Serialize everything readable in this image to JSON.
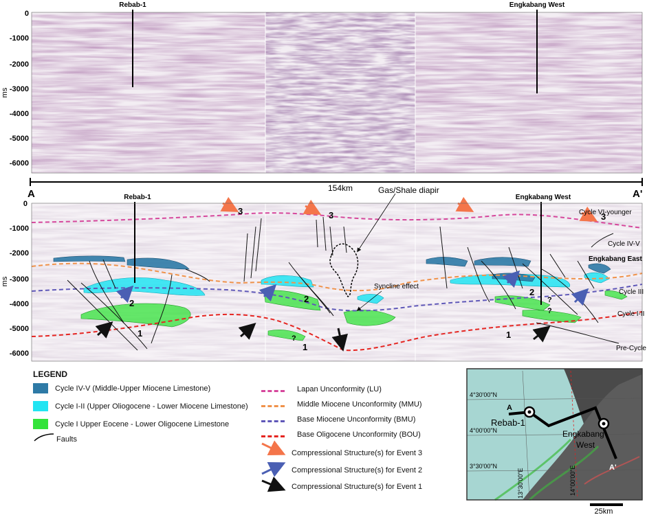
{
  "top_panel": {
    "well_left": "Rebab-1",
    "well_right": "Engkabang West",
    "ylabel": "ms",
    "yticks": [
      "0",
      "-1000",
      "-2000",
      "-3000",
      "-4000",
      "-5000",
      "-6000"
    ]
  },
  "section_line": {
    "start": "A",
    "end": "A'",
    "length": "154km"
  },
  "bottom_panel": {
    "well_left": "Rebab-1",
    "well_right": "Engkabang West",
    "ylabel": "ms",
    "yticks": [
      "0",
      "-1000",
      "-2000",
      "-3000",
      "-4000",
      "-5000",
      "-6000"
    ],
    "annotations": {
      "diapir": "Gas/Shale diapir",
      "syncline": "Syncline effect",
      "engkabang_east": "Engkabang East",
      "cycle_vi": "Cycle VI-younger",
      "cycle_iv_v": "Cycle IV-V",
      "cycle_iii": "Cycle III",
      "cycle_i_ii": "Cycle I-II",
      "pre_cycle": "Pre-Cycle",
      "event3": "3",
      "event2": "2",
      "event1": "1",
      "question": "?"
    }
  },
  "legend": {
    "title": "LEGEND",
    "units": [
      {
        "label": "Cycle IV-V (Middle-Upper Miocene Limestone)",
        "color": "#2e7aa6"
      },
      {
        "label": "Cycle I-II (Upper Oliogocene - Lower Miocene Limestone)",
        "color": "#22e4f2"
      },
      {
        "label": "Cycle I Upper Eocene - Lower Oligocene Limestone",
        "color": "#33e33a"
      }
    ],
    "faults": "Faults",
    "unconformities": [
      {
        "label": "Lapan Unconformity (LU)",
        "color": "#d6479c"
      },
      {
        "label": "Middle Miocene Unconformity (MMU)",
        "color": "#f0924a"
      },
      {
        "label": "Base Miocene Unconformity (BMU)",
        "color": "#5f58b8"
      },
      {
        "label": "Base Oligocene Unconformity (BOU)",
        "color": "#e52521"
      }
    ],
    "events": [
      {
        "label": "Compressional Structure(s) for Event 3",
        "color": "#f4754a"
      },
      {
        "label": "Compressional Structure(s) for Event 2",
        "color": "#4a5fb3"
      },
      {
        "label": "Compressional Structure(s) for Event 1",
        "color": "#111111"
      }
    ]
  },
  "inset_map": {
    "lat1": "4°30'00\"N",
    "lat2": "4°00'00\"N",
    "lat3": "3°30'00\"N",
    "lon1": "13°30'00\"E",
    "lon2": "14°00'00\"E",
    "point_a": "A",
    "point_a_prime": "A'",
    "well1": "Rebab-1",
    "well2_line1": "Engkabang",
    "well2_line2": "West",
    "scale": "25km"
  }
}
